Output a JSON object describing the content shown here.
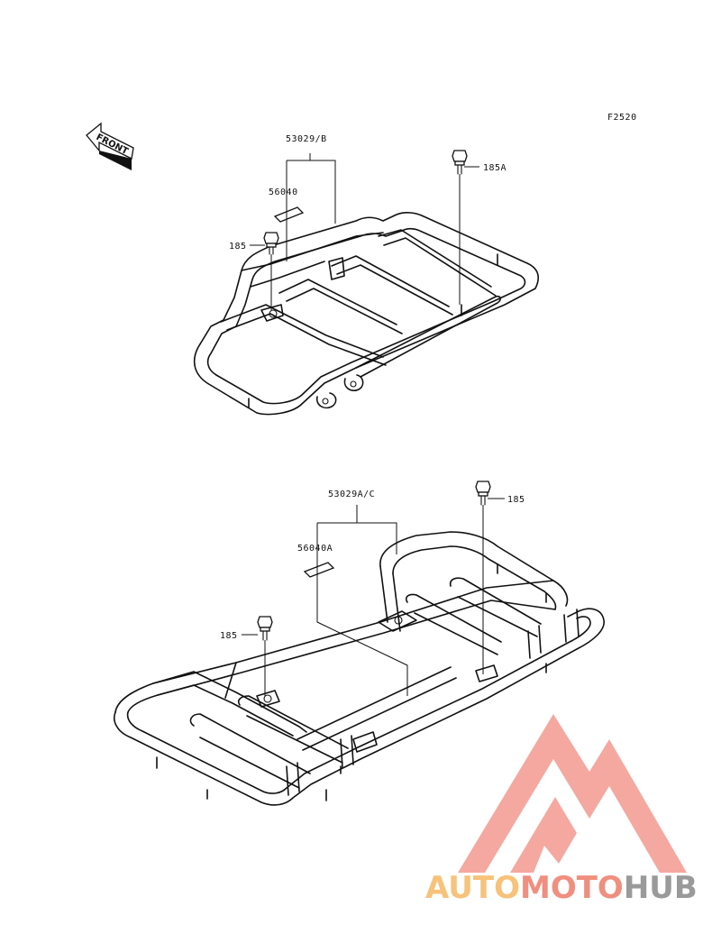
{
  "figure_code": "F2520",
  "front_arrow": {
    "label": "FRONT"
  },
  "upper_assembly": {
    "carrier_part": "53029/B",
    "label_part": "56040",
    "bolt_left": "185",
    "bolt_right": "185A"
  },
  "lower_assembly": {
    "carrier_part": "53029A/C",
    "label_part": "56040A",
    "bolt_left": "185",
    "bolt_right": "185"
  },
  "watermark": {
    "brand_part1": "AUTO",
    "brand_part2": "MOTO",
    "brand_part3": "HUB",
    "color_part1": "#f7c27a",
    "color_part2": "#f08f7f",
    "color_part3": "#9a9a9a",
    "logo_color": "#f4a39a"
  }
}
